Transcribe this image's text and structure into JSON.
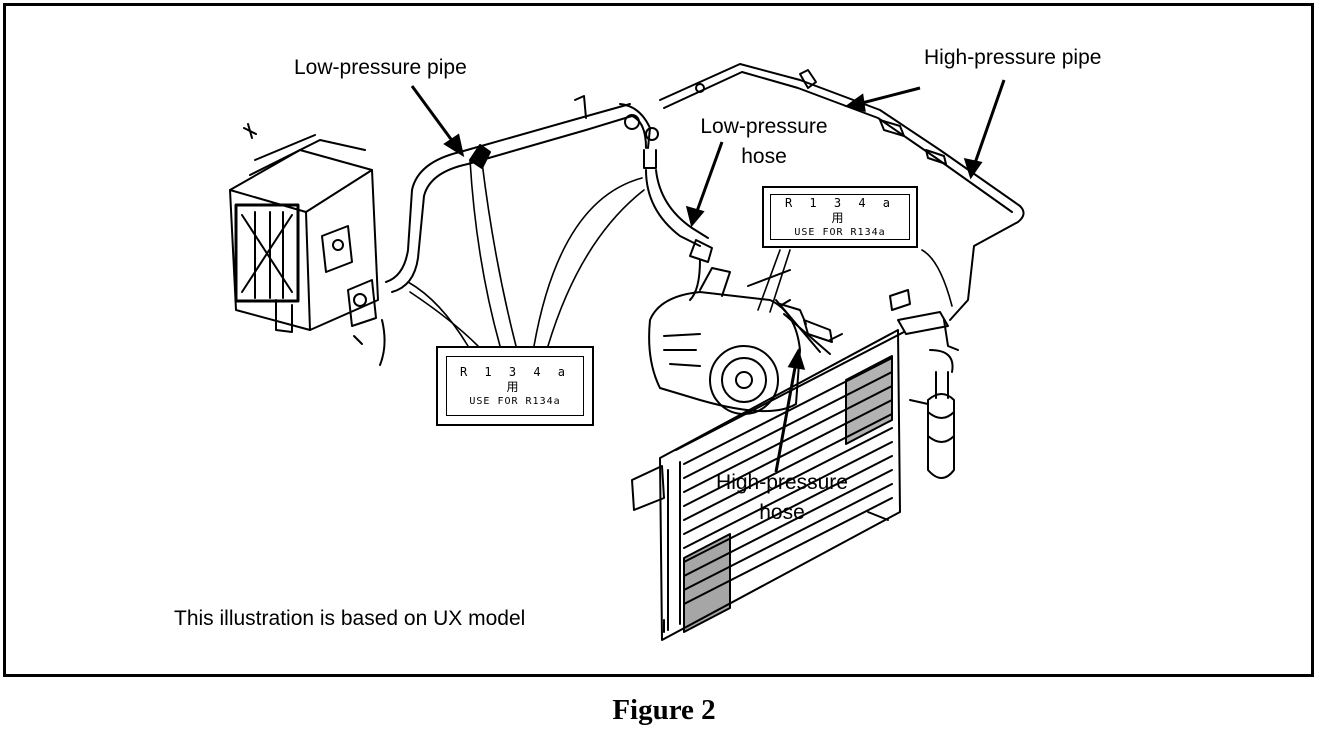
{
  "labels": {
    "low_pressure_pipe": "Low-pressure pipe",
    "high_pressure_pipe": "High-pressure pipe",
    "low_pressure_hose_line1": "Low-pressure",
    "low_pressure_hose_line2": "hose",
    "high_pressure_hose_line1": "High-pressure",
    "high_pressure_hose_line2": "hose",
    "note": "This illustration is based on UX model"
  },
  "tags": {
    "line1": "R 1 3 4 a 用",
    "line2": "USE FOR R134a"
  },
  "caption": "Figure 2",
  "colors": {
    "ink": "#000000",
    "paper": "#ffffff"
  }
}
